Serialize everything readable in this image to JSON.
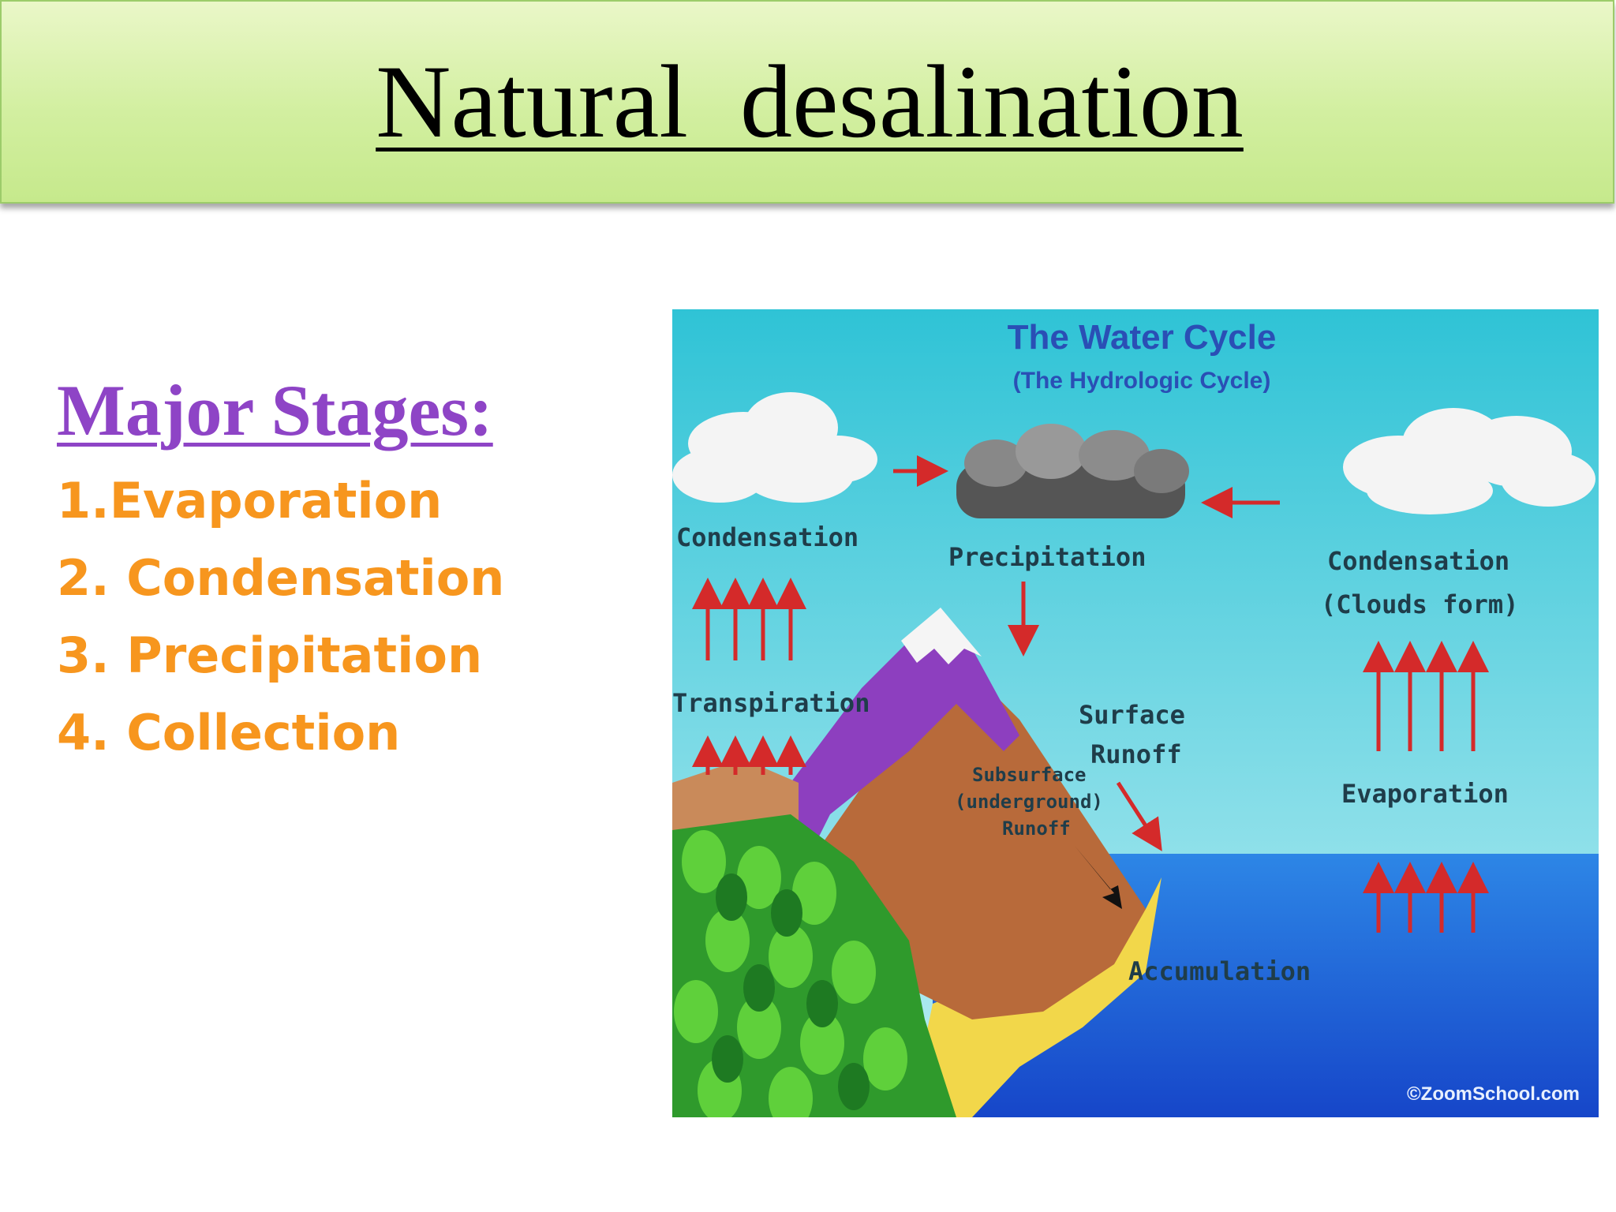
{
  "slide": {
    "title": "Natural  desalination",
    "heading": "Major Stages:",
    "stages": [
      "1.Evaporation",
      "2. Condensation",
      "3. Precipitation",
      "4. Collection"
    ]
  },
  "diagram": {
    "title": "The Water Cycle",
    "subtitle": "(The Hydrologic Cycle)",
    "labels": {
      "condensation_left": "Condensation",
      "precipitation": "Precipitation",
      "condensation_right": "Condensation",
      "clouds_form": "(Clouds form)",
      "transpiration": "Transpiration",
      "surface": "Surface",
      "runoff": "Runoff",
      "subsurface_1": "Subsurface",
      "subsurface_2": "(underground)",
      "subsurface_3": "Runoff",
      "evaporation": "Evaporation",
      "accumulation": "Accumulation",
      "credit": "©ZoomSchool.com"
    },
    "colors": {
      "sky": "#41c8d9",
      "sea": "#1a5fd3",
      "mountain": "#8d3fbf",
      "ground": "#b86a3a",
      "trees": "#2f9a2c",
      "sand": "#f2d74a",
      "arrow": "#d42a2a",
      "title": "#2a4fb5"
    }
  }
}
